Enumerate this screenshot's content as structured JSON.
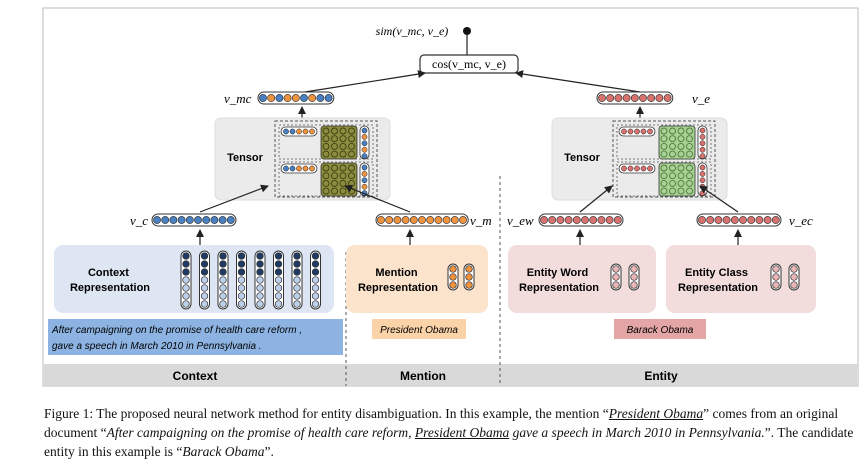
{
  "figure": {
    "sim_label": "sim(v_mc, v_e)",
    "cos_label": "cos(v_mc, v_e)",
    "vec_mc": "v_mc",
    "vec_e": "v_e",
    "vec_c": "v_c",
    "vec_m": "v_m",
    "vec_ew": "v_ew",
    "vec_ec": "v_ec",
    "tensor_left": "Tensor",
    "tensor_right": "Tensor",
    "context_rep": [
      "Context",
      "Representation"
    ],
    "mention_rep": [
      "Mention",
      "Representation"
    ],
    "entity_word_rep": [
      "Entity Word",
      "Representation"
    ],
    "entity_class_rep": [
      "Entity Class",
      "Representation"
    ],
    "context_text": [
      "After campaigning on the promise of health care reform ,",
      "gave a speech in March 2010 in Pennsylvania ."
    ],
    "mention_text": "President Obama",
    "entity_text": "Barack Obama",
    "footer": [
      "Context",
      "Mention",
      "Entity"
    ]
  },
  "caption": {
    "prefix": "Figure 1: The proposed neural network method for entity disambiguation. In this example, the mention “",
    "mention": "President Obama",
    "mid1": "” comes from an original document “",
    "doc_before": "After campaigning on the promise of health care reform, ",
    "doc_mention": "President Obama",
    "doc_after": " gave a speech in March 2010 in Pennsylvania.",
    "mid2": "”. The candidate entity in this example is “",
    "entity": "Barack Obama",
    "end": "”."
  },
  "colors": {
    "blue": "#4a7fc1",
    "orange": "#ee9340",
    "green": "#7ea36a",
    "red": "#d8726f",
    "olive": "#6a6d2a"
  }
}
